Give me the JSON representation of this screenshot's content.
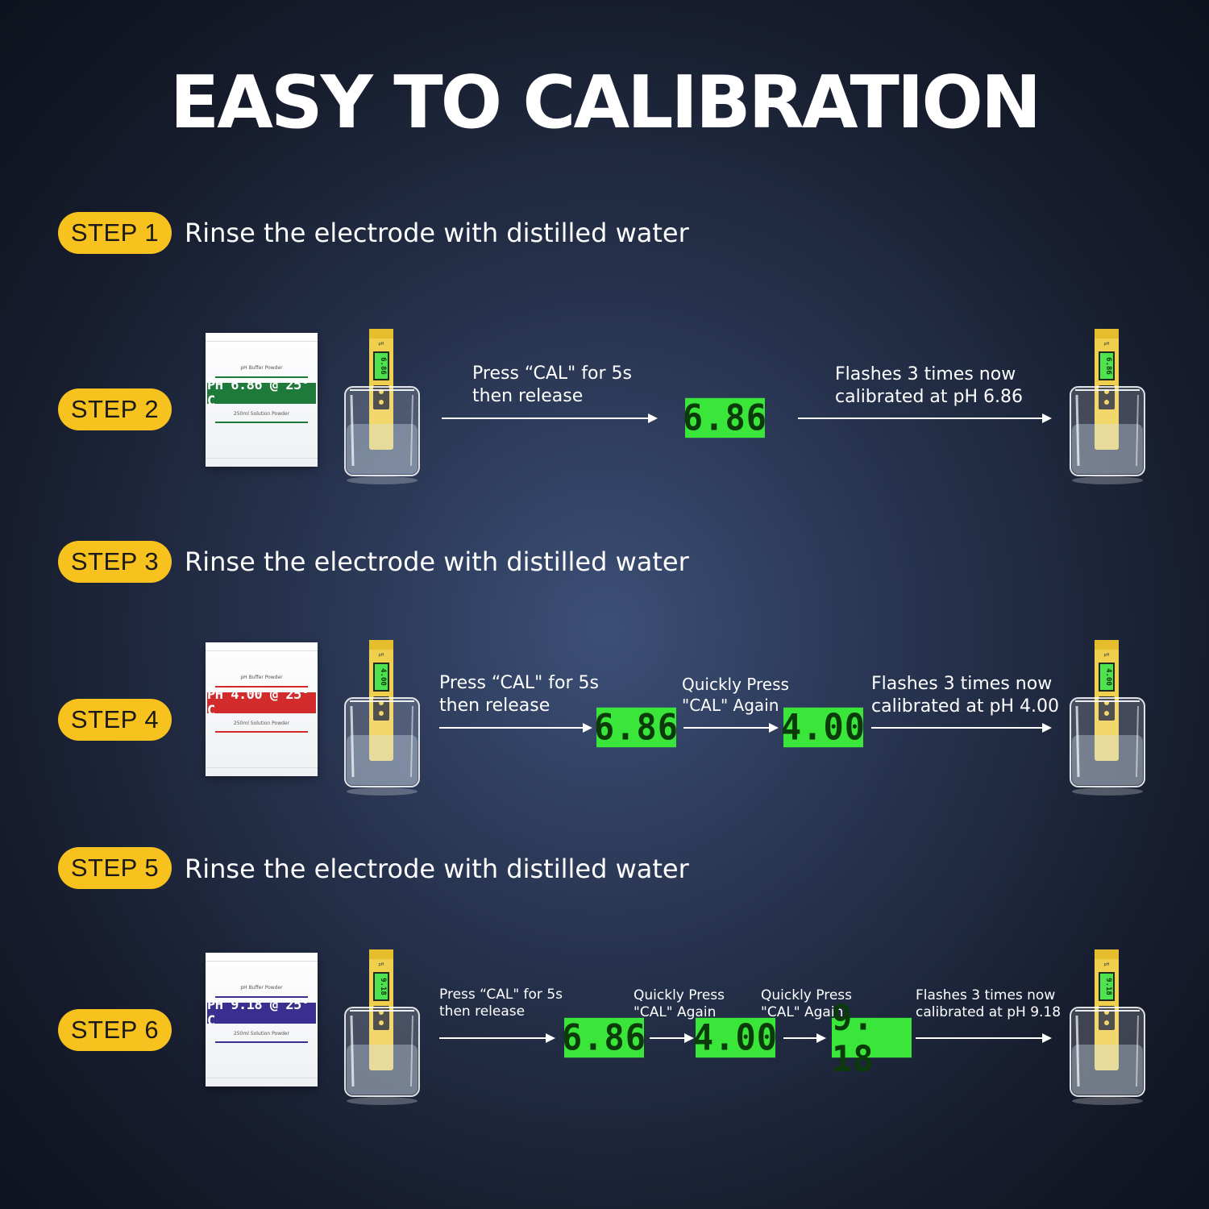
{
  "title": "EASY TO CALIBRATION",
  "steps": {
    "s1": {
      "badge": "STEP 1",
      "text": "Rinse the electrode with distilled water"
    },
    "s2": {
      "badge": "STEP 2",
      "packet": {
        "header": "pH Buffer Powder",
        "label": "PH 6.86 @ 25° C",
        "footer": "250ml Solution Powder",
        "color": "#1e7a3a"
      },
      "meter_reading": "6.86",
      "instr1": "Press “CAL\" for 5s\nthen release",
      "lcd1": "6.86",
      "instr2": "Flashes 3 times now\ncalibrated at pH 6.86"
    },
    "s3": {
      "badge": "STEP 3",
      "text": "Rinse the electrode with distilled water"
    },
    "s4": {
      "badge": "STEP 4",
      "packet": {
        "header": "pH Buffer Powder",
        "label": "PH 4.00 @ 25° C",
        "footer": "250ml Solution Powder",
        "color": "#d22b2b"
      },
      "meter_reading": "4.00",
      "instr1": "Press “CAL\" for 5s\nthen release",
      "lcd1": "6.86",
      "instr2": "Quickly Press\n\"CAL\" Again",
      "lcd2": "4.00",
      "instr3": "Flashes 3 times now\ncalibrated at pH 4.00"
    },
    "s5": {
      "badge": "STEP 5",
      "text": "Rinse the electrode with distilled water"
    },
    "s6": {
      "badge": "STEP 6",
      "packet": {
        "header": "pH Buffer Powder",
        "label": "PH 9.18 @ 25° C",
        "footer": "250ml Solution Powder",
        "color": "#3a2e8f"
      },
      "meter_reading": "9.18",
      "instr1": "Press “CAL\" for 5s\nthen release",
      "lcd1": "6.86",
      "instr2": "Quickly Press\n\"CAL\" Again",
      "lcd2": "4.00",
      "instr3": "Quickly Press\n\"CAL\" Again",
      "lcd3": "9. 18",
      "instr4": "Flashes 3 times now\ncalibrated at pH 9.18"
    }
  },
  "colors": {
    "badge": "#f7c21d",
    "lcd": "#39e639",
    "meter": "#f0cf4e"
  },
  "icons": {
    "meter": "ph-meter-icon",
    "beaker": "beaker-icon",
    "packet": "buffer-packet"
  }
}
